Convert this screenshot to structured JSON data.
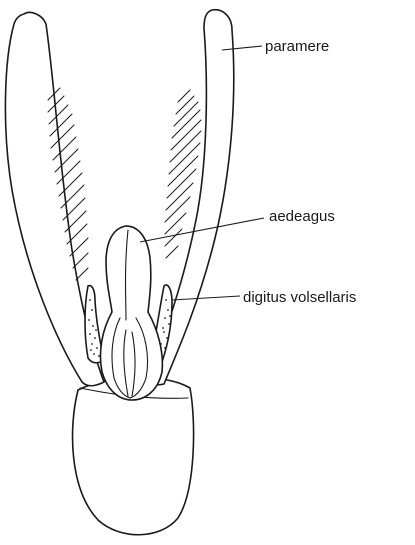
{
  "labels": {
    "paramere": "paramere",
    "aedeagus": "aedeagus",
    "digitus": "digitus volsellaris"
  },
  "colors": {
    "ink": "#1a1a1a",
    "background": "#ffffff"
  }
}
